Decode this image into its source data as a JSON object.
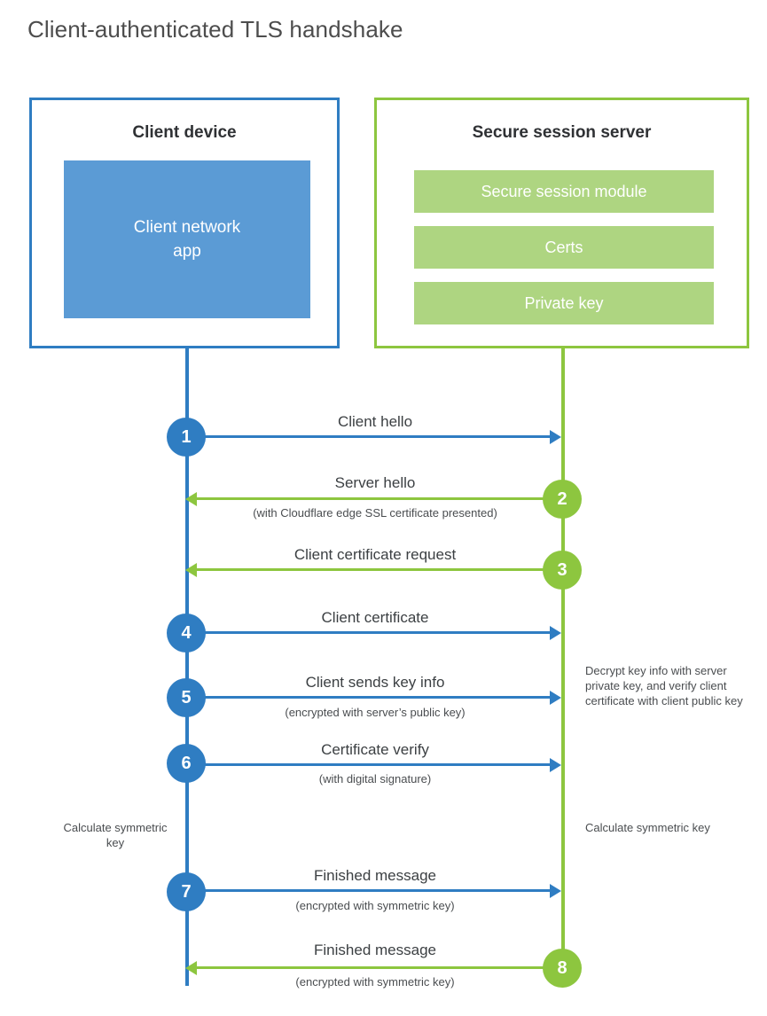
{
  "title": "Client-authenticated TLS handshake",
  "colors": {
    "blue": "#2f7dc2",
    "green": "#8dc63f",
    "client_app_fill": "#5b9bd5",
    "server_bar_fill": "#aed581",
    "text": "#3c4043",
    "title_text": "#4d4d4d",
    "background": "#ffffff"
  },
  "parties": {
    "client": {
      "title": "Client device",
      "app_label": "Client network\napp"
    },
    "server": {
      "title": "Secure session server",
      "components": [
        "Secure session module",
        "Certs",
        "Private key"
      ]
    }
  },
  "steps": [
    {
      "number": "1",
      "label": "Client hello",
      "sub": "",
      "direction": "client-to-server",
      "color": "blue"
    },
    {
      "number": "2",
      "label": "Server hello",
      "sub": "(with Cloudflare edge SSL certificate presented)",
      "direction": "server-to-client",
      "color": "green"
    },
    {
      "number": "3",
      "label": "Client certificate request",
      "sub": "",
      "direction": "server-to-client",
      "color": "green"
    },
    {
      "number": "4",
      "label": "Client certificate",
      "sub": "",
      "direction": "client-to-server",
      "color": "blue"
    },
    {
      "number": "5",
      "label": "Client sends key info",
      "sub": "(encrypted with server’s public key)",
      "direction": "client-to-server",
      "color": "blue"
    },
    {
      "number": "6",
      "label": "Certificate verify",
      "sub": "(with digital signature)",
      "direction": "client-to-server",
      "color": "blue"
    },
    {
      "number": "7",
      "label": "Finished message",
      "sub": "(encrypted with symmetric key)",
      "direction": "client-to-server",
      "color": "blue"
    },
    {
      "number": "8",
      "label": "Finished message",
      "sub": "(encrypted with symmetric key)",
      "direction": "server-to-client",
      "color": "green"
    }
  ],
  "notes": {
    "server_decrypt": "Decrypt key info with server private key, and verify client certificate with client public key",
    "client_calculate": "Calculate symmetric key",
    "server_calculate": "Calculate symmetric key"
  }
}
